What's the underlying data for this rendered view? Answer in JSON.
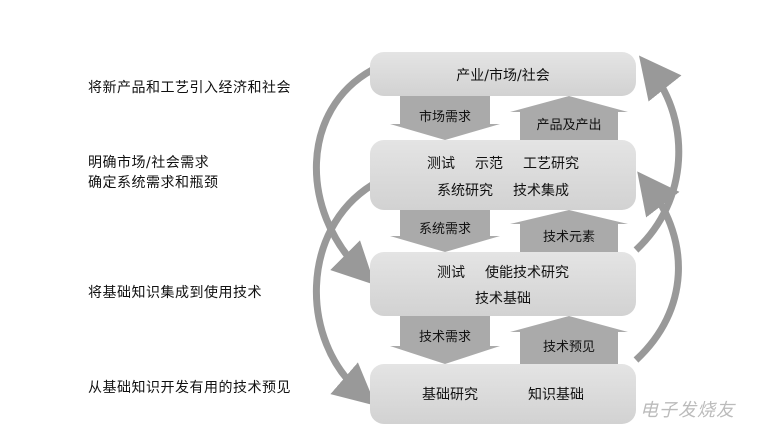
{
  "left_labels": [
    {
      "lines": [
        "将新产品和工艺引入经济和社会"
      ]
    },
    {
      "lines": [
        "明确市场/社会需求",
        "确定系统需求和瓶颈"
      ]
    },
    {
      "lines": [
        "将基础知识集成到使用技术"
      ]
    },
    {
      "lines": [
        "从基础知识开发有用的技术预见"
      ]
    }
  ],
  "boxes": [
    {
      "lines": [
        [
          "产业/市场/社会"
        ]
      ]
    },
    {
      "lines": [
        [
          "测试",
          "示范",
          "工艺研究"
        ],
        [
          "系统研究",
          "技术集成"
        ]
      ]
    },
    {
      "lines": [
        [
          "测试",
          "使能技术研究"
        ],
        [
          "技术基础"
        ]
      ]
    },
    {
      "lines": [
        [
          "基础研究",
          "知识基础"
        ]
      ]
    }
  ],
  "down_arrows": [
    "市场需求",
    "系统需求",
    "技术需求"
  ],
  "up_arrows": [
    "产品及产出",
    "技术元素",
    "技术预见"
  ],
  "watermark": "电子发烧友",
  "colors": {
    "box": "#d9d9d9",
    "arrow": "#aaaaaa",
    "curve": "#999999"
  }
}
